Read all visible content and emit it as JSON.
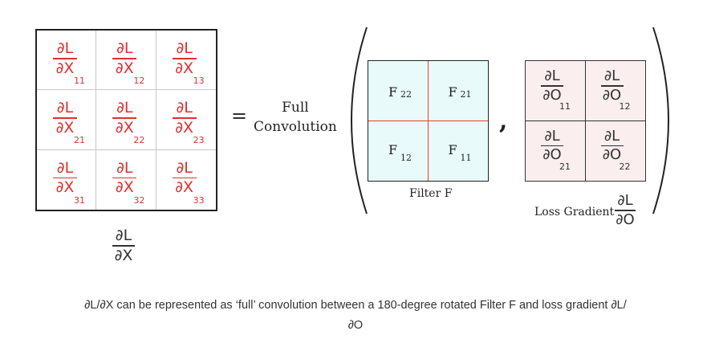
{
  "dx_matrix": {
    "numerator": "∂L",
    "denominator": "∂X",
    "cells": [
      "11",
      "12",
      "13",
      "21",
      "22",
      "23",
      "31",
      "32",
      "33"
    ]
  },
  "dx_label": {
    "numerator": "∂L",
    "denominator": "∂X"
  },
  "equals_sign": "=",
  "operation": {
    "line1": "Full",
    "line2": "Convolution"
  },
  "filter": {
    "cells": [
      {
        "name": "F",
        "sub": "22"
      },
      {
        "name": "F",
        "sub": "21"
      },
      {
        "name": "F",
        "sub": "12"
      },
      {
        "name": "F",
        "sub": "11"
      }
    ],
    "caption": "Filter F"
  },
  "separator": ",",
  "loss_gradient": {
    "numerator": "∂L",
    "denominator": "∂O",
    "cells": [
      "11",
      "12",
      "21",
      "22"
    ],
    "caption": "Loss Gradient",
    "label_numerator": "∂L",
    "label_denominator": "∂O"
  },
  "caption": {
    "line1": "∂L/∂X can be represented as ‘full’ convolution between a 180-degree rotated Filter F and loss gradient ∂L/",
    "line2": "∂O"
  },
  "colors": {
    "dx_text": "#e03030",
    "filter_bg": "#e8fafa",
    "filter_lines": "#e8402a",
    "loss_bg": "#fbeeee"
  }
}
